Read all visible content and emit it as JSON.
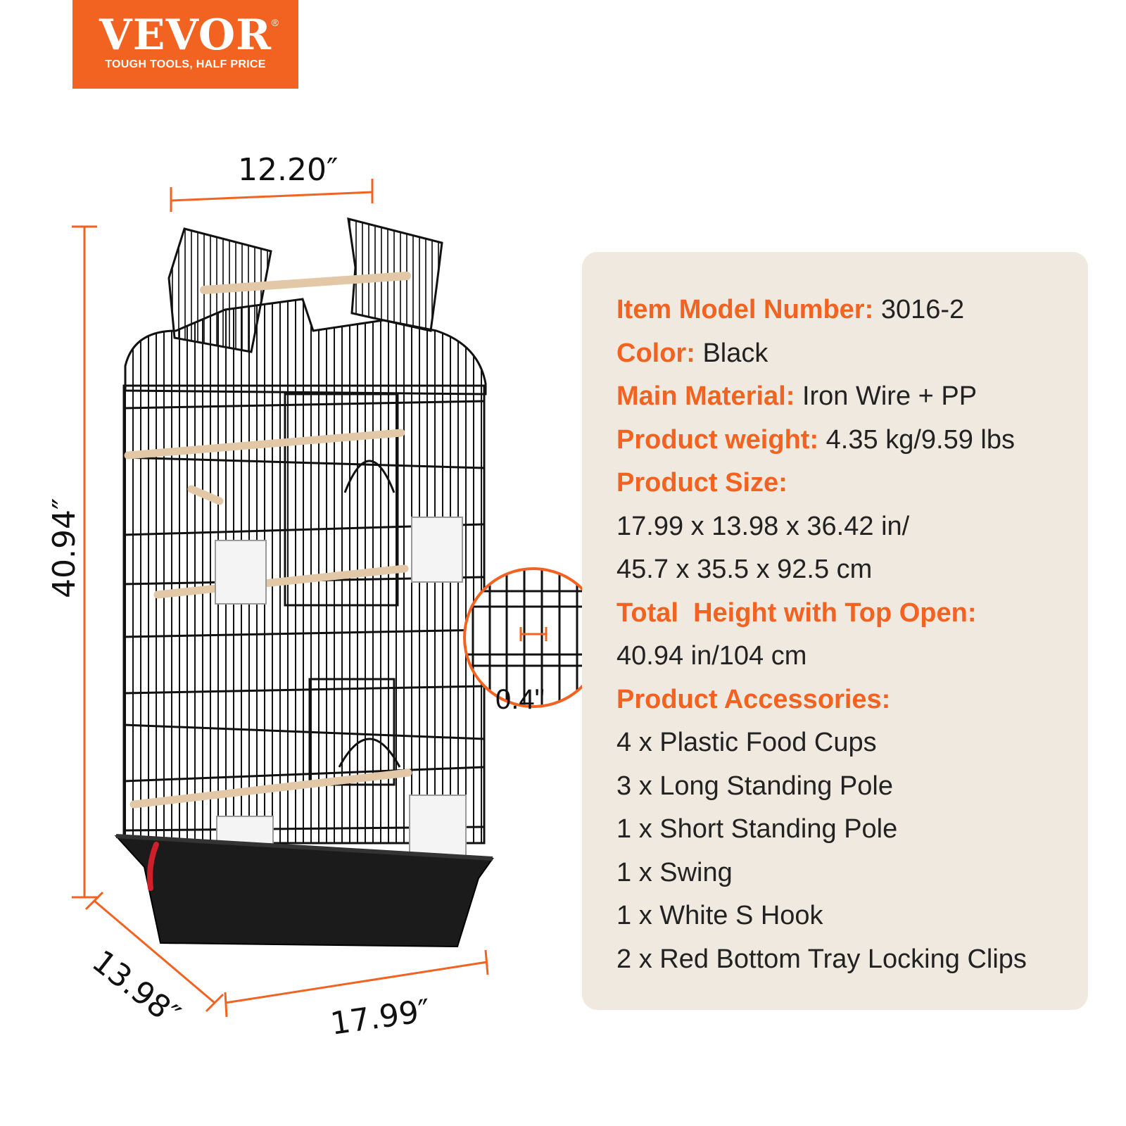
{
  "brand": {
    "name": "VEVOR",
    "registered": "®",
    "tagline": "TOUGH TOOLS, HALF PRICE",
    "color": "#f26322"
  },
  "dimensions": {
    "top_width": "12.20″",
    "height": "40.94″",
    "depth": "13.98″",
    "width": "17.99″",
    "mesh_spacing": "0.4\""
  },
  "specs": {
    "model_label": "Item Model Number:",
    "model_value": "3016-2",
    "color_label": "Color:",
    "color_value": "Black",
    "material_label": "Main Material:",
    "material_value": "Iron Wire + PP",
    "weight_label": "Product weight:",
    "weight_value": "4.35 kg/9.59 lbs",
    "size_label": "Product Size:",
    "size_line1": "17.99 x 13.98 x 36.42 in/",
    "size_line2": "45.7 x 35.5 x 92.5 cm",
    "total_height_label": "Total  Height with Top Open:",
    "total_height_value": "40.94 in/104 cm",
    "accessories_label": "Product Accessories:",
    "accessories": [
      "4 x Plastic Food Cups",
      "3 x Long Standing Pole",
      "1 x Short Standing Pole",
      "1 x Swing",
      "1 x White S Hook",
      "2 x Red Bottom Tray Locking Clips"
    ]
  },
  "colors": {
    "accent": "#f26322",
    "panel": "#efe9df",
    "wire": "#111111",
    "perch": "#e2c8a6"
  }
}
